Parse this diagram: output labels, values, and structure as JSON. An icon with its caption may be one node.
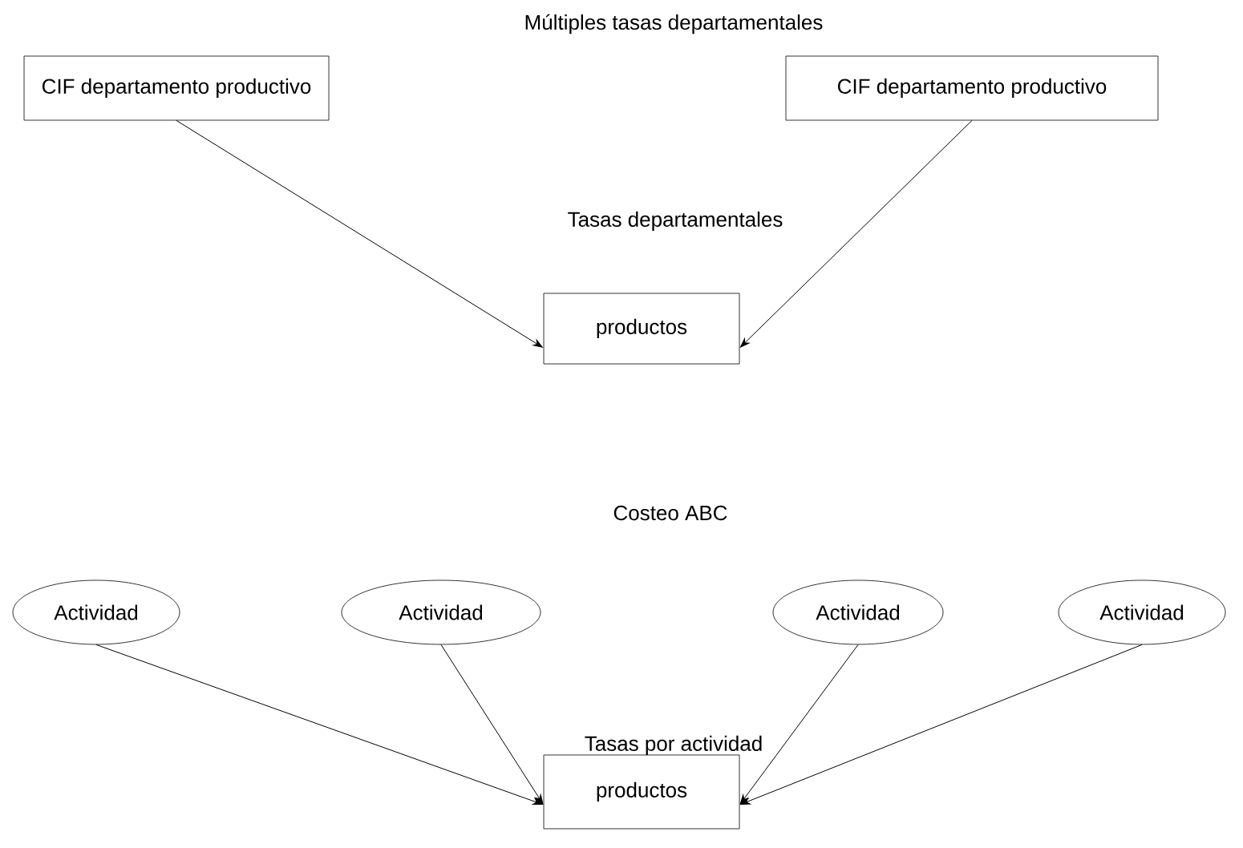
{
  "diagram": {
    "nodes": [
      {
        "text": [
          "CIF departamento productivo"
        ]
      },
      {
        "text": [
          "CIF departamento productivo"
        ]
      },
      {
        "text": [
          "productos"
        ]
      },
      {
        "text": [
          "Actividad"
        ]
      },
      {
        "text": [
          "Actividad"
        ]
      },
      {
        "text": [
          "Actividad"
        ]
      },
      {
        "text": [
          "Actividad"
        ]
      },
      {
        "text": [
          "productos"
        ]
      }
    ],
    "edges": [
      {
        "from": 0,
        "to": 2,
        "arrow": "to"
      },
      {
        "from": 1,
        "to": 2,
        "arrow": "to"
      },
      {
        "from": 3,
        "to": 7,
        "arrow": "to"
      },
      {
        "from": 4,
        "to": 7,
        "arrow": "to"
      },
      {
        "from": 5,
        "to": 7,
        "arrow": "to"
      },
      {
        "from": 6,
        "to": 7,
        "arrow": "to"
      }
    ],
    "labels": [
      "Múltiples tasas departamentales",
      "Tasas departamentales",
      "Costeo ABC",
      "Tasas por actividad"
    ]
  }
}
